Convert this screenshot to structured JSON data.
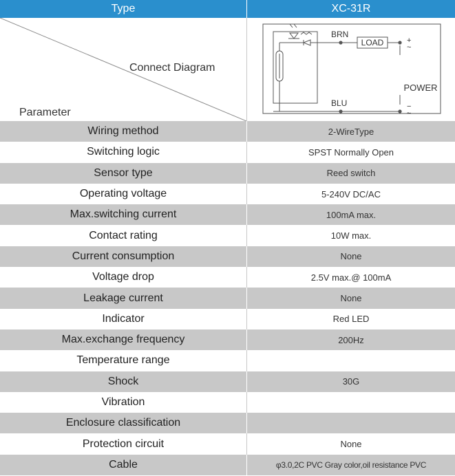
{
  "header": {
    "type_label": "Type",
    "model": "XC-31R"
  },
  "diagram": {
    "connect_label": "Connect Diagram",
    "parameter_label": "Parameter",
    "wire_brn": "BRN",
    "wire_blu": "BLU",
    "load": "LOAD",
    "power": "POWER",
    "plus": "+",
    "minus": "−",
    "tilde": "~"
  },
  "rows": [
    {
      "param": "Wiring method",
      "value": "2-WireType"
    },
    {
      "param": "Switching logic",
      "value": "SPST Normally Open"
    },
    {
      "param": "Sensor type",
      "value": "Reed switch"
    },
    {
      "param": "Operating voltage",
      "value": "5-240V DC/AC"
    },
    {
      "param": "Max.switching current",
      "value": "100mA  max."
    },
    {
      "param": "Contact rating",
      "value": "10W max."
    },
    {
      "param": "Current consumption",
      "value": "None"
    },
    {
      "param": "Voltage drop",
      "value": "2.5V max.@ 100mA"
    },
    {
      "param": "Leakage current",
      "value": "None"
    },
    {
      "param": "Indicator",
      "value": "Red LED"
    },
    {
      "param": "Max.exchange frequency",
      "value": "200Hz"
    },
    {
      "param": "Temperature range",
      "value": ""
    },
    {
      "param": "Shock",
      "value": "30G"
    },
    {
      "param": "Vibration",
      "value": ""
    },
    {
      "param": "Enclosure classification",
      "value": ""
    },
    {
      "param": "Protection circuit",
      "value": "None"
    },
    {
      "param": "Cable",
      "value": "φ3.0,2C PVC Gray color,oil resistance PVC"
    }
  ]
}
